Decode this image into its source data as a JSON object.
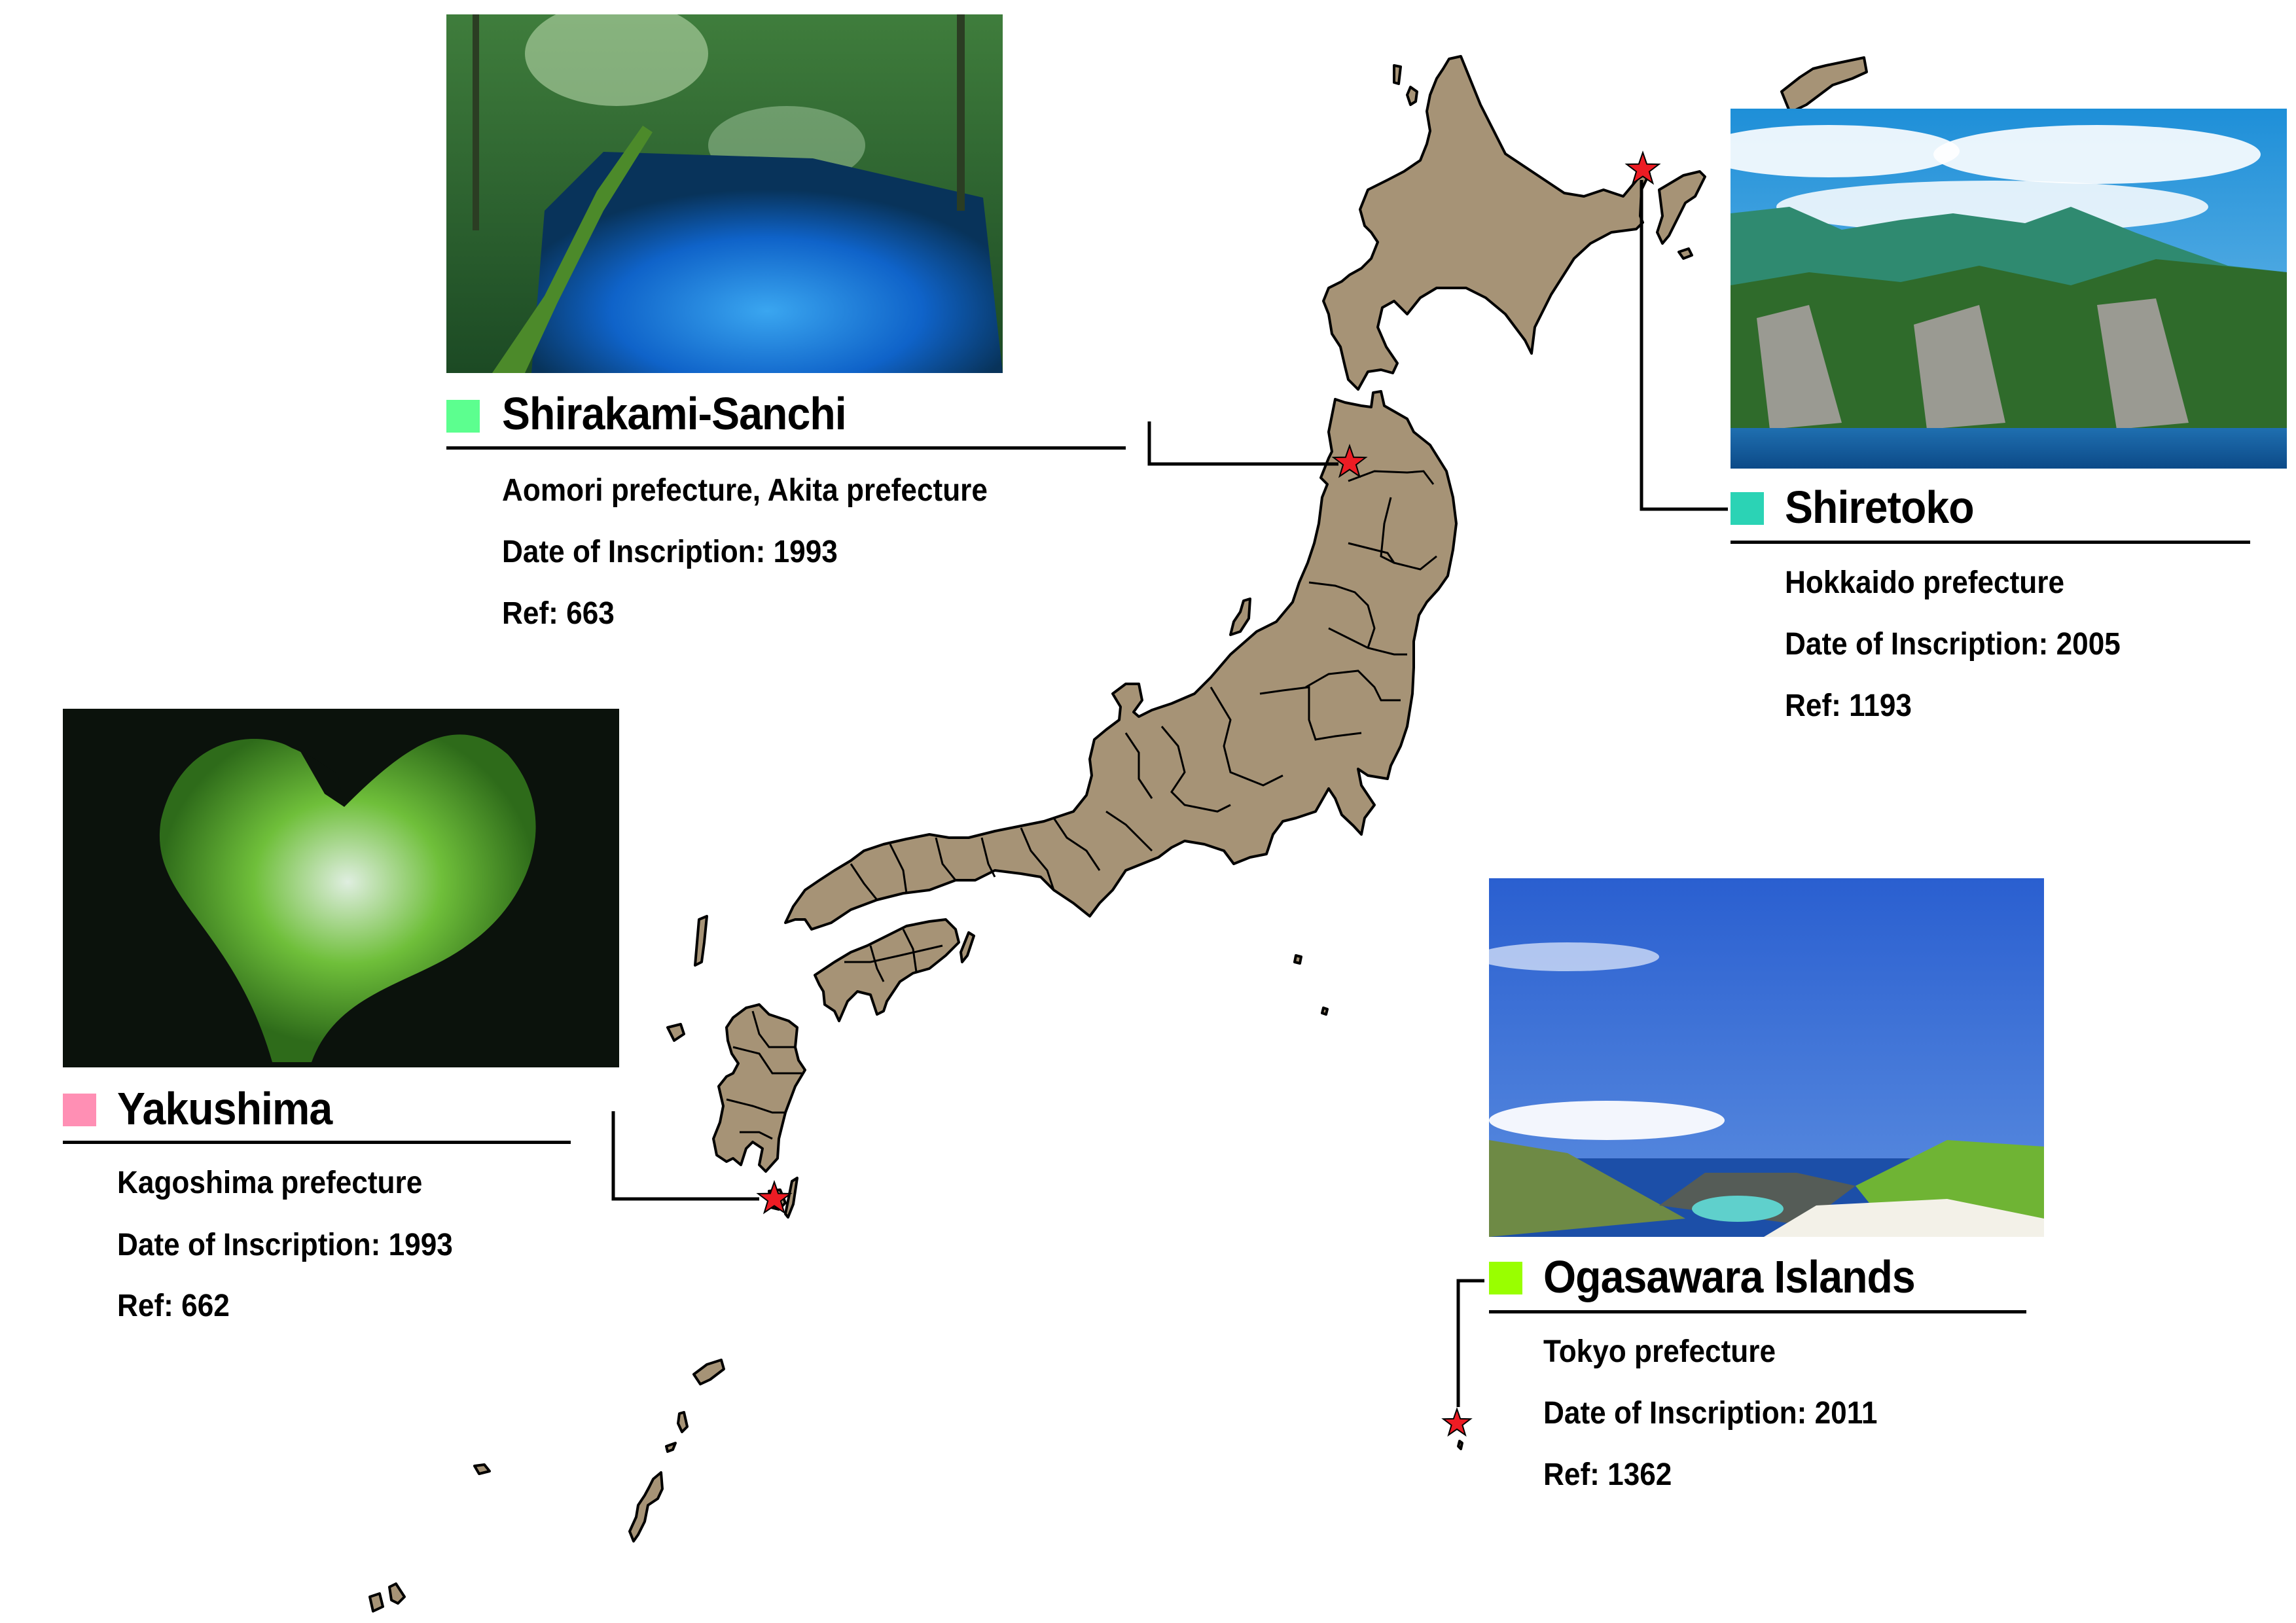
{
  "map": {
    "subject": "Japan prefecture map with UNESCO Natural World Heritage sites",
    "land_color": "#A69376",
    "border_color": "#000000",
    "marker_color": "#ED1C24",
    "marker_icon": "star-icon"
  },
  "sites": [
    {
      "name": "Shirakami-Sanchi",
      "swatch_color": "#5CFF8F",
      "prefecture": "Aomori prefecture, Akita prefecture",
      "date_label": "Date of Inscription: 1993",
      "ref_label": "Ref: 663",
      "photo": "blue forest pond with moss-covered fallen tree"
    },
    {
      "name": "Shiretoko",
      "swatch_color": "#2BD3B5",
      "prefecture": "Hokkaido prefecture",
      "date_label": "Date of Inscription: 2005",
      "ref_label": "Ref: 1193",
      "photo": "green sea cliffs and cloud-capped mountains over blue sea"
    },
    {
      "name": "Yakushima",
      "swatch_color": "#FF8FB4",
      "prefecture": "Kagoshima prefecture",
      "date_label": "Date of Inscription: 1993",
      "ref_label": "Ref: 662",
      "photo": "heart-shaped opening in hollow tree framing green foliage"
    },
    {
      "name": "Ogasawara Islands",
      "swatch_color": "#99FF00",
      "prefecture": "Tokyo prefecture",
      "date_label": "Date of Inscription: 2011",
      "ref_label": "Ref: 1362",
      "photo": "white sand cove with rock arch under blue sky"
    }
  ]
}
